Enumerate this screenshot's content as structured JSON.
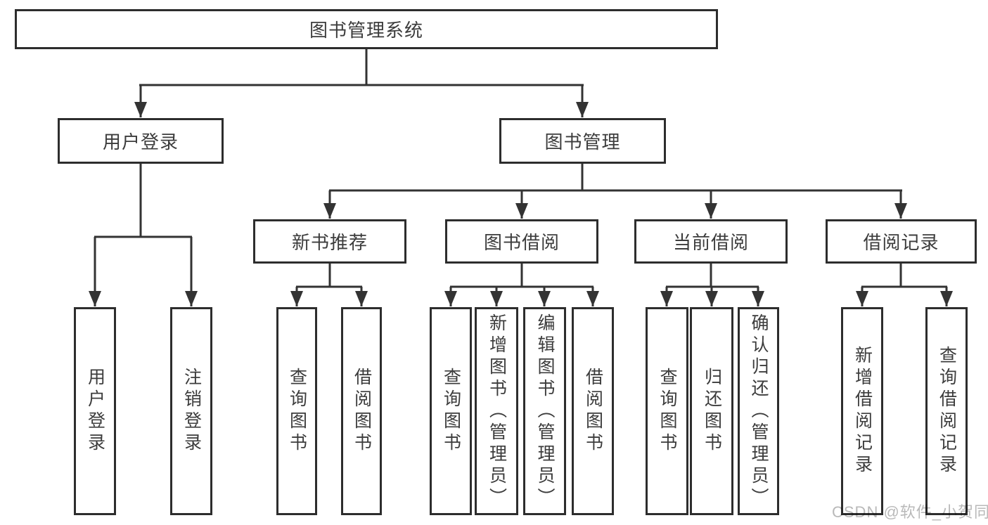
{
  "colors": {
    "background": "#ffffff",
    "box_border": "#2d2d2d",
    "connector_line": "#333333",
    "box_text": "#3c3c3c",
    "watermark_text": "#b9b9b9"
  },
  "watermark": {
    "text": "CSDN @软件_小贺同学"
  },
  "tree": {
    "root": {
      "label": "图书管理系统"
    },
    "branches": [
      {
        "label": "用户登录",
        "children": [
          "用户登录",
          "注销登录"
        ]
      },
      {
        "label": "图书管理",
        "children": [
          {
            "label": "新书推荐",
            "children": [
              "查询图书",
              "借阅图书"
            ]
          },
          {
            "label": "图书借阅",
            "children": [
              "查询图书",
              "新增图书（管理员）",
              "编辑图书（管理员）",
              "借阅图书"
            ]
          },
          {
            "label": "当前借阅",
            "children": [
              "查询图书",
              "归还图书",
              "确认归还（管理员）"
            ]
          },
          {
            "label": "借阅记录",
            "children": [
              "新增借阅记录",
              "查询借阅记录"
            ]
          }
        ]
      }
    ]
  }
}
